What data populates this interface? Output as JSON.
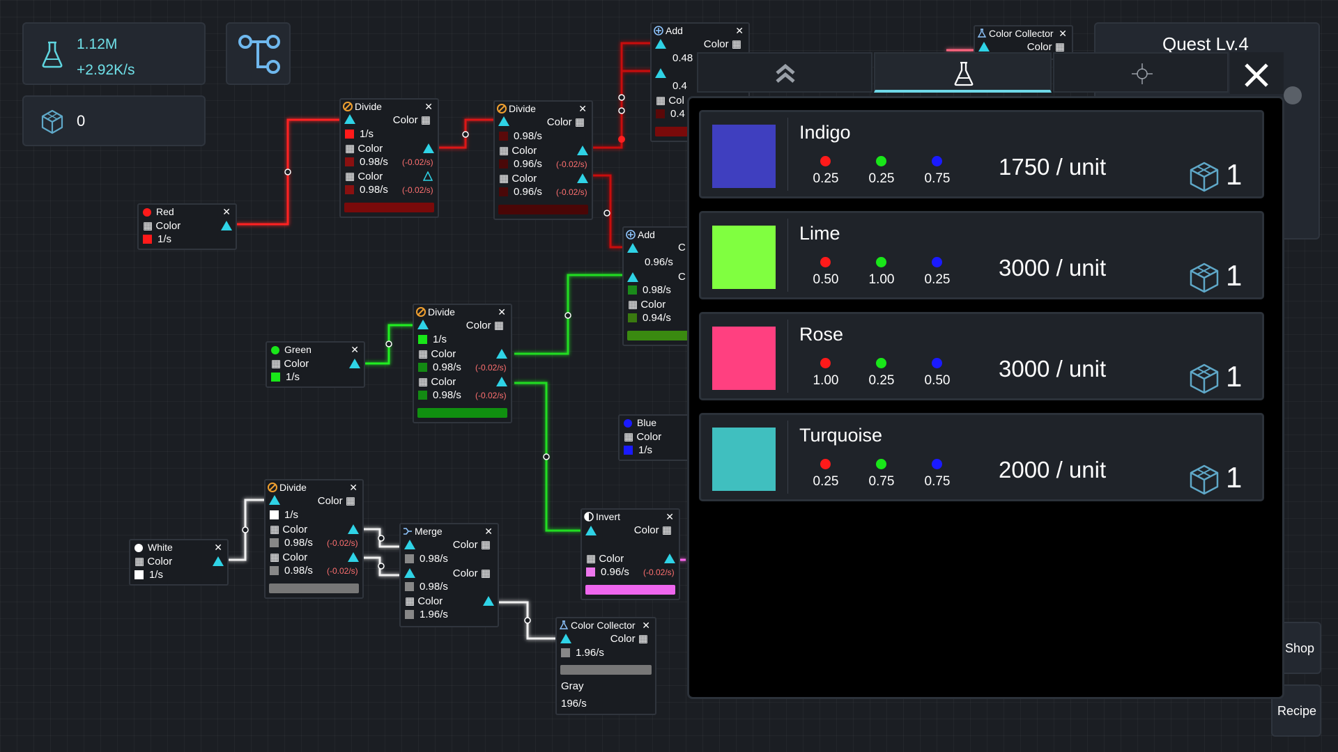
{
  "hud": {
    "research_value": "1.12M",
    "research_rate": "+2.92K/s",
    "cubes": "0",
    "icons": {
      "research": "flask-icon",
      "cubes": "cube-icon",
      "graph": "node-graph-icon"
    }
  },
  "nodes": {
    "red": {
      "title": "Red",
      "label": "Color",
      "rate": "1/s",
      "color": "#ff1a1a"
    },
    "green": {
      "title": "Green",
      "label": "Color",
      "rate": "1/s",
      "color": "#19e619"
    },
    "white": {
      "title": "White",
      "label": "Color",
      "rate": "1/s",
      "color": "#ffffff"
    },
    "blue": {
      "title": "Blue",
      "label": "Color",
      "rate": "1/s",
      "color": "#1a1aff"
    },
    "divide_red1": {
      "title": "Divide",
      "in_label": "Color",
      "rate_in": "1/s",
      "out1_label": "Color",
      "out1_rate": "0.98/s",
      "out1_delta": "(-0.02/s)",
      "out2_label": "Color",
      "out2_rate": "0.98/s",
      "out2_delta": "(-0.02/s)"
    },
    "divide_red2": {
      "title": "Divide",
      "in_label": "Color",
      "rate_in": "0.98/s",
      "out1_label": "Color",
      "out1_rate": "0.96/s",
      "out1_delta": "(-0.02/s)",
      "out2_label": "Color",
      "out2_rate": "0.96/s",
      "out2_delta": "(-0.02/s)"
    },
    "add_top": {
      "title": "Add",
      "in_label": "Color",
      "rate1": "0.48",
      "rate2": "0.4",
      "out_label": "Col",
      "out_rate": "0.4"
    },
    "add_mid": {
      "title": "Add",
      "in_label": "C",
      "rate1": "0.96/s",
      "in2_label": "C",
      "rate2": "0.98/s",
      "out_label": "Color",
      "out_rate": "0.94/s"
    },
    "divide_green": {
      "title": "Divide",
      "in_label": "Color",
      "rate_in": "1/s",
      "out1_label": "Color",
      "out1_rate": "0.98/s",
      "out1_delta": "(-0.02/s)",
      "out2_label": "Color",
      "out2_rate": "0.98/s",
      "out2_delta": "(-0.02/s)"
    },
    "divide_white": {
      "title": "Divide",
      "in_label": "Color",
      "rate_in": "1/s",
      "out1_label": "Color",
      "out1_rate": "0.98/s",
      "out1_delta": "(-0.02/s)",
      "out2_label": "Color",
      "out2_rate": "0.98/s",
      "out2_delta": "(-0.02/s)"
    },
    "merge": {
      "title": "Merge",
      "in1_label": "Color",
      "in1_rate": "0.98/s",
      "in2_label": "Color",
      "in2_rate": "0.98/s",
      "out_label": "Color",
      "out_rate": "1.96/s"
    },
    "invert": {
      "title": "Invert",
      "in_label": "Color",
      "out_label": "Color",
      "out_rate": "0.96/s",
      "out_delta": "(-0.02/s)"
    },
    "collector_bottom": {
      "title": "Color Collector",
      "in_label": "Color",
      "rate": "1.96/s",
      "color_name": "Gray",
      "value": "196/s"
    },
    "collector_top": {
      "title": "Color Collector",
      "in_label": "Color"
    }
  },
  "quest": {
    "title": "Quest Lv.4"
  },
  "side_buttons": {
    "shop": "Shop",
    "recipe": "Recipe"
  },
  "modal": {
    "tabs": [
      {
        "icon": "double-chevron-up-icon"
      },
      {
        "icon": "flask-icon",
        "active": true
      },
      {
        "icon": "crosshair-icon"
      }
    ],
    "close_icon": "close-icon",
    "recipes": [
      {
        "name": "Indigo",
        "swatch": "#3f3fbf",
        "r": "0.25",
        "g": "0.25",
        "b": "0.75",
        "price": "1750 / unit",
        "qty": "1"
      },
      {
        "name": "Lime",
        "swatch": "#80ff40",
        "r": "0.50",
        "g": "1.00",
        "b": "0.25",
        "price": "3000 / unit",
        "qty": "1"
      },
      {
        "name": "Rose",
        "swatch": "#ff4080",
        "r": "1.00",
        "g": "0.25",
        "b": "0.50",
        "price": "3000 / unit",
        "qty": "1"
      },
      {
        "name": "Turquoise",
        "swatch": "#40bfbf",
        "r": "0.25",
        "g": "0.75",
        "b": "0.75",
        "price": "2000 / unit",
        "qty": "1"
      }
    ]
  }
}
